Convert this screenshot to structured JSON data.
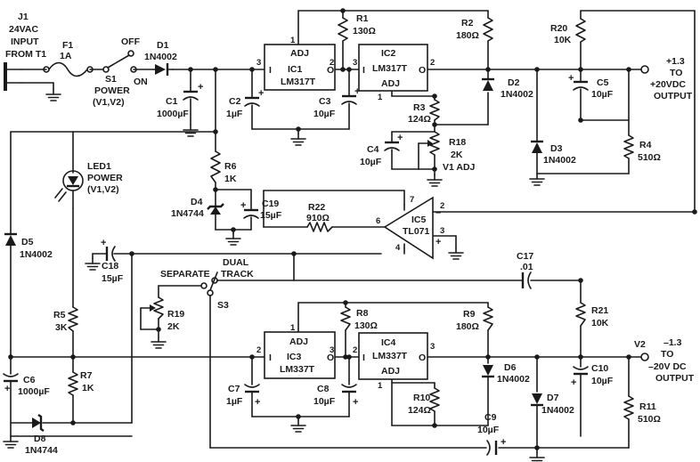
{
  "power_input": {
    "ref": "J1",
    "spec": "24VAC",
    "line1": "INPUT",
    "line2": "FROM T1"
  },
  "fuse": {
    "ref": "F1",
    "value": "1A"
  },
  "switch_power": {
    "ref": "S1",
    "name": "POWER",
    "channels": "(V1,V2)",
    "off_label": "OFF",
    "on_label": "ON"
  },
  "diodes": {
    "d1": {
      "ref": "D1",
      "part": "1N4002"
    },
    "d2": {
      "ref": "D2",
      "part": "1N4002"
    },
    "d3": {
      "ref": "D3",
      "part": "1N4002"
    },
    "d4": {
      "ref": "D4",
      "part": "1N4744"
    },
    "d5": {
      "ref": "D5",
      "part": "1N4002"
    },
    "d6": {
      "ref": "D6",
      "part": "1N4002"
    },
    "d7": {
      "ref": "D7",
      "part": "1N4002"
    },
    "d8": {
      "ref": "D8",
      "part": "1N4744"
    }
  },
  "capacitors": {
    "c1": {
      "ref": "C1",
      "value": "1000µF"
    },
    "c2": {
      "ref": "C2",
      "value": "1µF"
    },
    "c3": {
      "ref": "C3",
      "value": "10µF"
    },
    "c4": {
      "ref": "C4",
      "value": "10µF"
    },
    "c5": {
      "ref": "C5",
      "value": "10µF"
    },
    "c6": {
      "ref": "C6",
      "value": "1000µF"
    },
    "c7": {
      "ref": "C7",
      "value": "1µF"
    },
    "c8": {
      "ref": "C8",
      "value": "10µF"
    },
    "c9": {
      "ref": "C9",
      "value": "10µF"
    },
    "c10": {
      "ref": "C10",
      "value": "10µF"
    },
    "c17": {
      "ref": "C17",
      "value": ".01"
    },
    "c18": {
      "ref": "C18",
      "value": "15µF"
    },
    "c19": {
      "ref": "C19",
      "value": "15µF"
    }
  },
  "resistors": {
    "r1": {
      "ref": "R1",
      "value": "130Ω"
    },
    "r2": {
      "ref": "R2",
      "value": "180Ω"
    },
    "r3": {
      "ref": "R3",
      "value": "124Ω"
    },
    "r4": {
      "ref": "R4",
      "value": "510Ω"
    },
    "r5": {
      "ref": "R5",
      "value": "3K"
    },
    "r6": {
      "ref": "R6",
      "value": "1K"
    },
    "r7": {
      "ref": "R7",
      "value": "1K"
    },
    "r8": {
      "ref": "R8",
      "value": "130Ω"
    },
    "r9": {
      "ref": "R9",
      "value": "180Ω"
    },
    "r10": {
      "ref": "R10",
      "value": "124Ω"
    },
    "r11": {
      "ref": "R11",
      "value": "510Ω"
    },
    "r20": {
      "ref": "R20",
      "value": "10K"
    },
    "r21": {
      "ref": "R21",
      "value": "10K"
    },
    "r22": {
      "ref": "R22",
      "value": "910Ω"
    }
  },
  "pots": {
    "r18": {
      "ref": "R18",
      "value": "2K",
      "name": "V1 ADJ"
    },
    "r19": {
      "ref": "R19",
      "value": "2K"
    }
  },
  "led": {
    "ref": "LED1",
    "name": "POWER",
    "channels": "(V1,V2)"
  },
  "regulators": {
    "ic1": {
      "ref": "IC1",
      "part": "LM317T",
      "adj": "ADJ",
      "pin_in": "3",
      "pin_adj": "1",
      "pin_out": "2"
    },
    "ic2": {
      "ref": "IC2",
      "part": "LM317T",
      "adj": "ADJ",
      "pin_in": "3",
      "pin_adj": "1",
      "pin_out": "2"
    },
    "ic3": {
      "ref": "IC3",
      "part": "LM337T",
      "adj": "ADJ",
      "pin_in": "2",
      "pin_adj": "1",
      "pin_out": "3"
    },
    "ic4": {
      "ref": "IC4",
      "part": "LM337T",
      "adj": "ADJ",
      "pin_in": "2",
      "pin_adj": "1",
      "pin_out": "3"
    }
  },
  "opamp": {
    "ref": "IC5",
    "part": "TL071",
    "pin_out": "6",
    "pin_inv": "2",
    "pin_noninv": "3",
    "pin_vpos": "7",
    "pin_vneg": "4"
  },
  "selector": {
    "ref": "S3",
    "pos_a": "SEPARATE",
    "pos_b": "DUAL",
    "pos_b2": "TRACK"
  },
  "outputs": {
    "v1": {
      "range_a": "+1.3",
      "range_to": "TO",
      "range_b": "+20VDC",
      "unit": "OUTPUT"
    },
    "v2": {
      "ref": "V2",
      "range_a": "–1.3",
      "range_to": "TO",
      "range_b": "–20V DC",
      "unit": "OUTPUT"
    }
  },
  "polarity": {
    "plus": "+",
    "minus": "–"
  }
}
